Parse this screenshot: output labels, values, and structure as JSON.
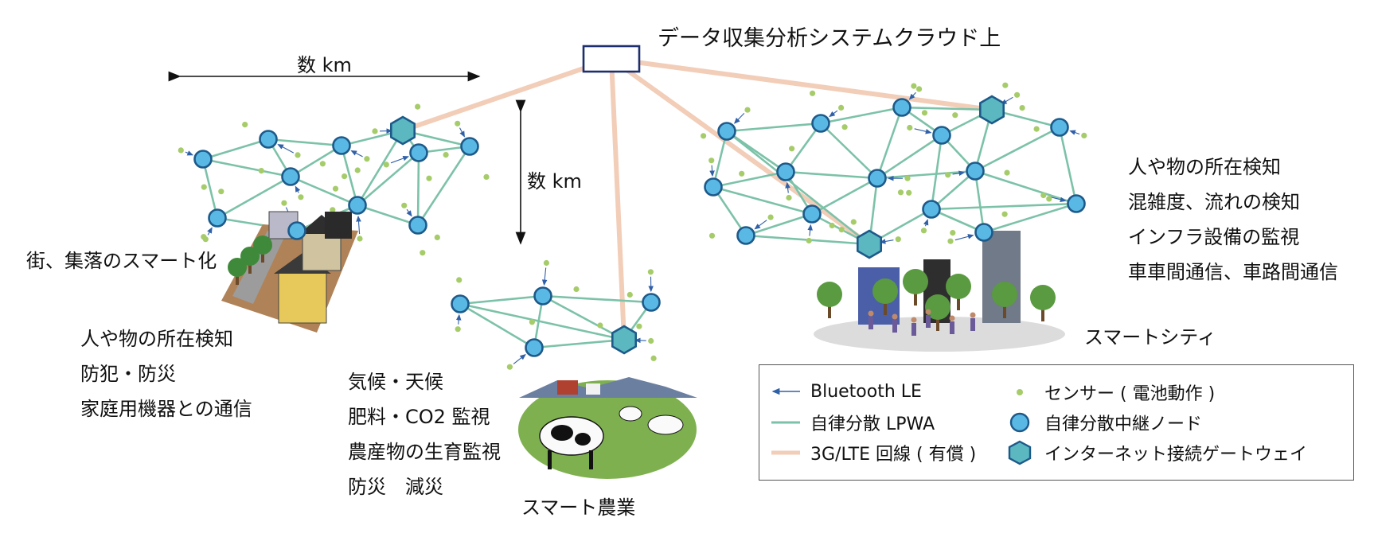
{
  "title": "データ収集分析システムクラウド上",
  "distance_horizontal": "数 km",
  "distance_vertical": "数 km",
  "areas": {
    "town": {
      "name": "街、集落のスマート化",
      "uses": [
        "人や物の所在検知",
        "防犯・防災",
        "家庭用機器との通信"
      ]
    },
    "farm": {
      "name": "スマート農業",
      "uses": [
        "気候・天候",
        "肥料・CO2 監視",
        "農産物の生育監視",
        "防災　減災"
      ]
    },
    "city": {
      "name": "スマートシティ",
      "uses": [
        "人や物の所在検知",
        "混雑度、流れの検知",
        "インフラ設備の監視",
        "車車間通信、車路間通信"
      ]
    }
  },
  "legend": {
    "bluetooth": "Bluetooth LE",
    "lpwa": "自律分散 LPWA",
    "cellular": "3G/LTE 回線 ( 有償 )",
    "sensor": "センサー ( 電池動作 )",
    "relay": "自律分散中継ノード",
    "gateway": "インターネット接続ゲートウェイ"
  },
  "colors": {
    "mesh": "#7cc2a8",
    "node_fill": "#5ab8e4",
    "node_stroke": "#1d5a8a",
    "gateway_fill": "#5cb8c0",
    "sensor": "#a6cc6a",
    "cellular": "#f2cdb8",
    "bluetooth": "#3060a8",
    "cloud_box": "#1d2f6e"
  }
}
